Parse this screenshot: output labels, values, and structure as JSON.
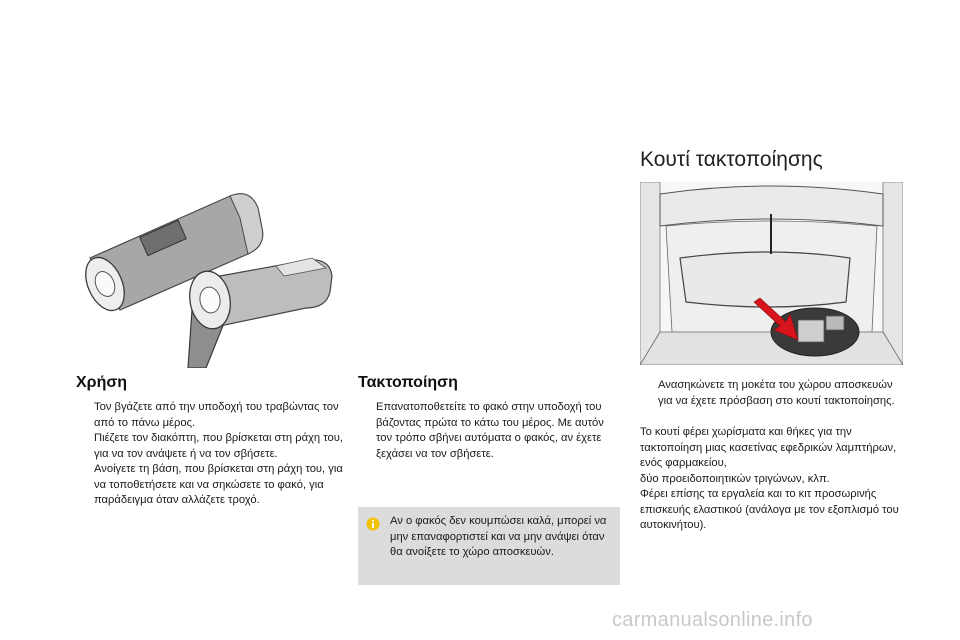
{
  "colors": {
    "infoBox": "#dcdcdc",
    "infoIcon": "#f2c200",
    "arrow": "#d8141c",
    "watermark": "#c8c8c8"
  },
  "illustrations": {
    "torch": "torch-illustration",
    "trunk": "trunk-illustration"
  },
  "usage": {
    "title": "Χρήση",
    "items": [
      "Τον βγάζετε από την υποδοχή του τραβώντας τον από το πάνω μέρος.",
      "Πιέζετε τον διακόπτη, που βρίσκεται στη ράχη του, για να τον ανάψετε ή να τον σβήσετε.",
      "Ανοίγετε τη βάση, που βρίσκεται στη ράχη του, για να τοποθετήσετε και να σηκώσετε το φακό, για παράδειγμα όταν αλλάζετε τροχό."
    ]
  },
  "storage": {
    "title": "Τακτοποίηση",
    "items": [
      "Επανατοποθετείτε το φακό στην υποδοχή του βάζοντας πρώτα το κάτω του μέρος. Με αυτόν τον τρόπο σβήνει αυτόματα ο φακός, αν έχετε ξεχάσει να τον σβήσετε."
    ],
    "info": "Αν ο φακός δεν κουμπώσει καλά, μπορεί να μην επαναφορτιστεί και να μην ανάψει όταν θα ανοίξετε το χώρο αποσκευών."
  },
  "organizer": {
    "title": "Κουτί τακτοποίησης",
    "items": [
      "Ανασηκώνετε τη μοκέτα του χώρου αποσκευών για να έχετε πρόσβαση στο κουτί τακτοποίησης."
    ],
    "paragraphs": [
      "Το κουτί φέρει χωρίσματα και θήκες για την τακτοποίηση μιας κασετίνας εφεδρικών λαμπτήρων, ενός φαρμακείου,",
      "δύο προειδοποιητικών τριγώνων, κλπ.",
      "Φέρει επίσης τα εργαλεία και το κιτ προσωρινής επισκευής ελαστικού (ανάλογα με τον εξοπλισμό του αυτοκινήτου)."
    ]
  },
  "bullet_glyph": "",
  "watermark": "carmanualsonline.info"
}
